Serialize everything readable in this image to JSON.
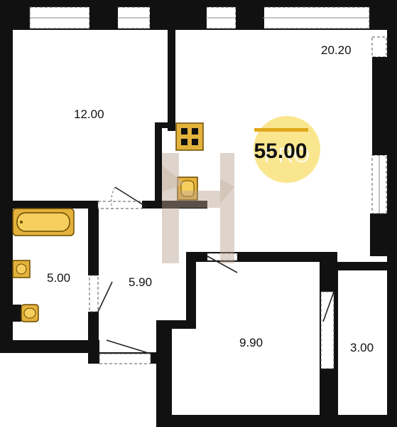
{
  "plan": {
    "total_area": "55.00",
    "watermark": "PRO",
    "rooms": [
      {
        "id": "living",
        "area": "20.20"
      },
      {
        "id": "bedroom",
        "area": "12.00"
      },
      {
        "id": "bathroom",
        "area": "5.00"
      },
      {
        "id": "hall",
        "area": "5.90"
      },
      {
        "id": "room2",
        "area": "9.90"
      },
      {
        "id": "storage",
        "area": "3.00"
      }
    ]
  },
  "colors": {
    "wall": "#111111",
    "fixture": "#e3b23c",
    "badge": "#f8de6a"
  }
}
